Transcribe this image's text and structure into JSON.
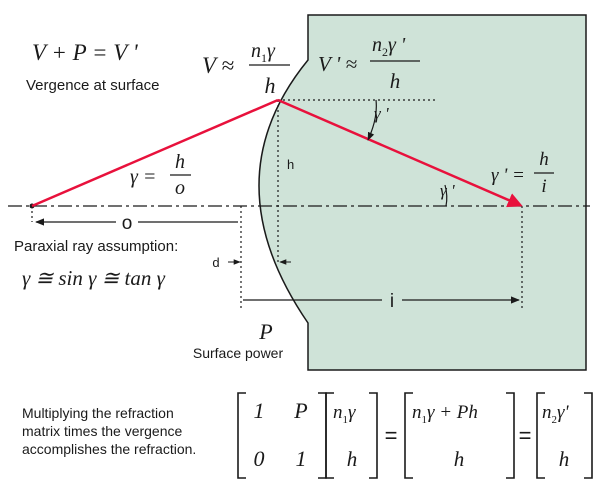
{
  "colors": {
    "glass": "#cfe3d8",
    "ray": "#e8113c",
    "ink": "#1a1a1a",
    "background": "#ffffff"
  },
  "eq_vergence": "V + P = V '",
  "caption_vergence": "Vergence at surface",
  "eq_V": {
    "lhs": "V ≈",
    "num_n": "n",
    "num_sub": "1",
    "num_rest": "γ",
    "den": "h"
  },
  "eq_Vprime": {
    "lhs": "V ' ≈",
    "num_n": "n",
    "num_sub": "2",
    "num_rest": "γ '",
    "den": "h"
  },
  "eq_gamma": {
    "lhs": "γ =",
    "num": "h",
    "den": "o"
  },
  "eq_gamma_prime": {
    "lhs": "γ ' =",
    "num": "h",
    "den": "i"
  },
  "angle_gamma_prime_top": "γ '",
  "angle_gamma_prime_axis": "γ '",
  "label_h": "h",
  "label_o": "o",
  "label_d": "d",
  "label_i": "i",
  "paraxial_caption": "Paraxial ray assumption:",
  "paraxial_eq": "γ ≅ sin γ ≅ tan γ",
  "P_symbol": "P",
  "surface_power_caption": "Surface power",
  "matrix_caption": [
    "Multiplying the refraction",
    "matrix times the vergence",
    "accomplishes the refraction."
  ],
  "matrix_entries": {
    "a11": "1",
    "a12": "P",
    "a21": "0",
    "a22": "1"
  },
  "vector_in": {
    "top_n": "n",
    "top_sub": "1",
    "top_rest": "γ",
    "bottom": "h"
  },
  "vector_mid": {
    "top_n": "n",
    "top_sub": "1",
    "top_rest": "γ + Ph",
    "bottom": "h"
  },
  "vector_out": {
    "top_n": "n",
    "top_sub": "2",
    "top_rest": "γ'",
    "bottom": "h"
  },
  "equals_sign": "="
}
